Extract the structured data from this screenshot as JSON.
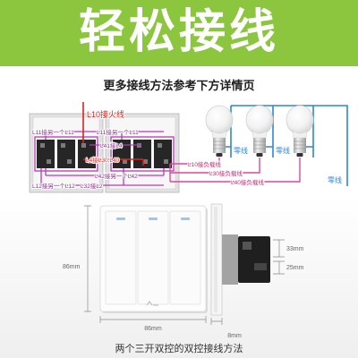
{
  "banner": {
    "title": "轻松接线"
  },
  "subtitle": "更多接线方法参考下方详情页",
  "wiring": {
    "live_label": "L10接火线",
    "link_labels": [
      "L11接另一个L11",
      "L11接另一个L11",
      "L41接L4",
      "L4接L30,L40",
      "L42接另一个L42",
      "L12接另一个L12",
      "L32接L2"
    ],
    "load_labels": [
      "L10接负载线",
      "L30接负载线",
      "L40接负载线"
    ],
    "neutral_labels": [
      "零线",
      "零线",
      "零线"
    ]
  },
  "dimensions": {
    "front_height": "86mm",
    "front_width": "86mm",
    "side_upper": "33mm",
    "side_lower": "25mm",
    "plate_thickness": "8mm"
  },
  "caption": "两个三开双控的双控接线方法",
  "colors": {
    "banner": "#8cc63f",
    "live_wire": "#e0201c",
    "link_wire": "#b83ab8",
    "load_wire": "#e0479a",
    "neutral_wire": "#2f86d6"
  },
  "icons": [
    "light-bulb-icon",
    "switch-panel",
    "switch-side-view"
  ]
}
